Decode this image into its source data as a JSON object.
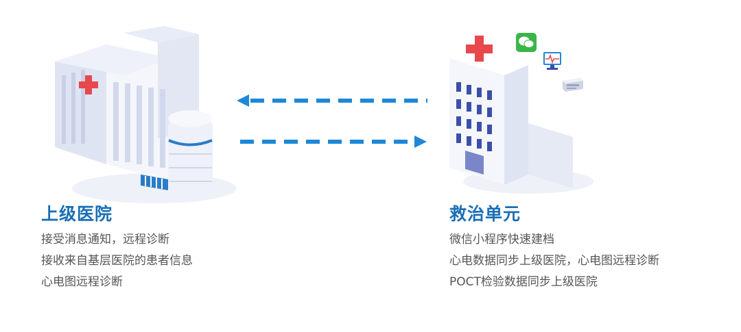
{
  "left": {
    "title": "上级医院",
    "lines": [
      "接受消息通知，远程诊断",
      "接收来自基层医院的患者信息",
      "心电图远程诊断"
    ]
  },
  "right": {
    "title": "救治单元",
    "lines": [
      "微信小程序快速建档",
      "心电数据同步上级医院，心电图远程诊断",
      "POCT检验数据同步上级医院"
    ]
  },
  "colors": {
    "accent": "#1a6fb5",
    "arrow": "#1e88d6",
    "cross": "#e8474c",
    "wechat": "#3bb54a"
  },
  "icons": [
    "hospital-building-large",
    "hospital-building-small",
    "wechat-icon",
    "monitor-ecg-icon",
    "printer-icon",
    "arrow-left",
    "arrow-right"
  ]
}
